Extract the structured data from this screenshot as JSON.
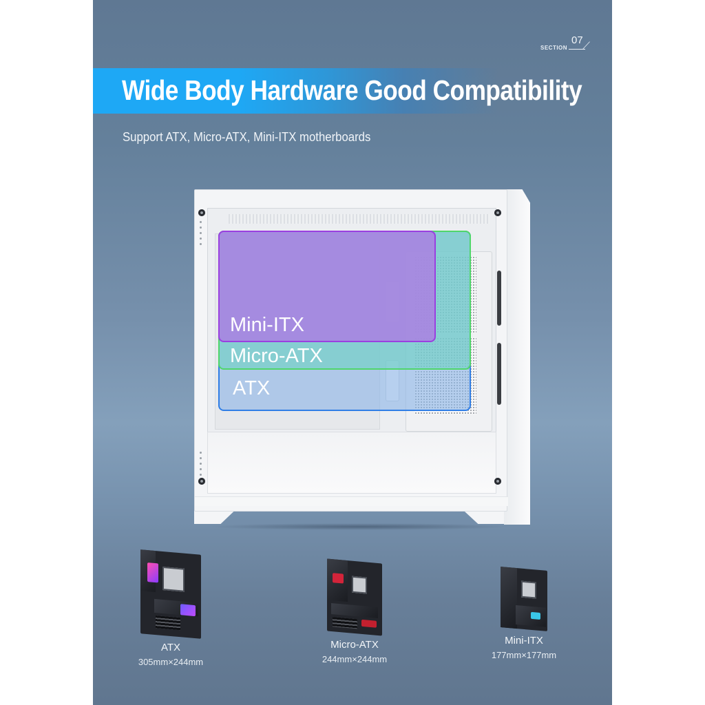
{
  "section": {
    "label": "SECTION",
    "number": "07"
  },
  "banner": {
    "title": "Wide Body Hardware Good Compatibility"
  },
  "subtitle": "Support ATX, Micro-ATX, Mini-ITX motherboards",
  "case_diagram": {
    "overlays": [
      {
        "label": "Mini-ITX",
        "color": "#9a3fe0"
      },
      {
        "label": "Micro-ATX",
        "color": "#4fd66a"
      },
      {
        "label": "ATX",
        "color": "#2f7ee6"
      }
    ]
  },
  "motherboards": [
    {
      "name": "ATX",
      "dimensions": "305mm×244mm"
    },
    {
      "name": "Micro-ATX",
      "dimensions": "244mm×244mm"
    },
    {
      "name": "Mini-ITX",
      "dimensions": "177mm×177mm"
    }
  ],
  "colors": {
    "banner_blue": "#1ea8f5",
    "background": "#6f88a3"
  }
}
